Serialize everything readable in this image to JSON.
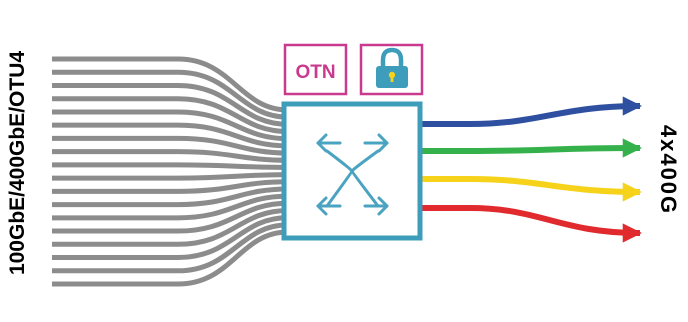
{
  "labels": {
    "input": "100GbE/400GbE/OTU4",
    "output": "4x400G",
    "otn_badge": "OTN"
  },
  "icons": {
    "lock": "lock-icon",
    "crossconnect": "cross-connect-arrows-icon"
  },
  "colors": {
    "input_fiber": "#8c8c8c",
    "box_border": "#3d9dba",
    "badge_border": "#c93a8e",
    "otn_text": "#c93a8e",
    "lock_fill": "#3d9dba",
    "arrows": "#4aa3c0",
    "output_lines": [
      "#2f4fa0",
      "#34b14a",
      "#f6d31a",
      "#e02a2e"
    ]
  },
  "input_fiber_count": 18,
  "output_lane_count": 4
}
